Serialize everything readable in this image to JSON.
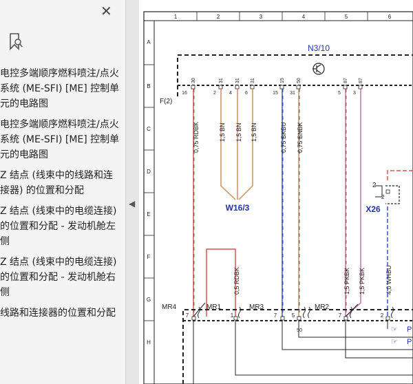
{
  "sidebar": {
    "close_label": "✕",
    "bookmark_icon": "bookmark-search-icon",
    "items": [
      {
        "label": "电控多端顺序燃料喷注/点火系统 (ME-SFI) [ME] 控制单元的电路图"
      },
      {
        "label": "电控多端顺序燃料喷注/点火系统 (ME-SFI) [ME] 控制单元的电路图"
      },
      {
        "label": "Z 结点 (线束中的线路和连接器) 的位置和分配"
      },
      {
        "label": "Z 结点 (线束中的电缆连接) 的位置和分配 - 发动机舱左侧"
      },
      {
        "label": "Z 结点 (线束中的电缆连接) 的位置和分配 - 发动机舱右侧"
      },
      {
        "label": "线路和连接器的位置和分配"
      }
    ]
  },
  "diagram": {
    "columns": [
      "1",
      "2",
      "3",
      "4",
      "5",
      "6"
    ],
    "rows": [
      "A",
      "B",
      "C",
      "D",
      "E",
      "F",
      "G",
      "H"
    ],
    "module_label": "N3/10",
    "f_label": "F(2)",
    "wire_group_label": "W16/3",
    "x26_label": "X26",
    "x26_pin_top": "2",
    "x26_pin_inner": "2",
    "pins_top": [
      "16",
      "2",
      "4",
      "6",
      "15",
      "31",
      "5",
      "3"
    ],
    "pin_codes": [
      "30",
      "31",
      "31",
      "31",
      "15",
      "50",
      "87",
      "87"
    ],
    "wire_labels": [
      "0,75 RDBK",
      "1,5 BN",
      "1,5 BN",
      "1,5 BN",
      "0,75 BKBU",
      "0,75 BNBK",
      "0,5 RDBK",
      "1,5 PKBK",
      "1,5 PKBK",
      "4,0 WHBU"
    ],
    "connectors": [
      "MR4",
      "MR1",
      "MR3",
      "MR2"
    ],
    "bottom_pins": [
      "7",
      "1",
      "7",
      "5",
      "7",
      "2"
    ],
    "pin_50_label": "50",
    "ref_label": "P",
    "colors": {
      "red": "#d9534f",
      "brown": "#c8925a",
      "blue": "#3355cc",
      "pink": "#c070a0",
      "dark": "#222222"
    }
  }
}
